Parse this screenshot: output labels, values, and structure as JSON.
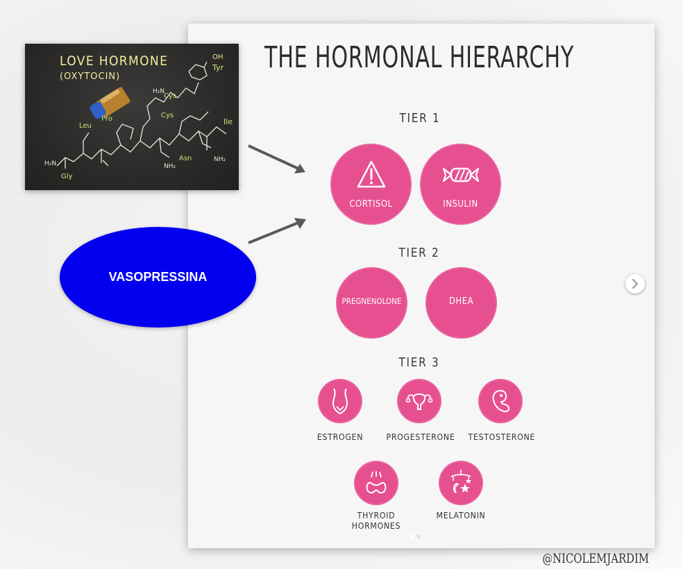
{
  "infographic": {
    "title": "THE HORMONAL HIERARCHY",
    "tiers": [
      {
        "label": "TIER 1",
        "hormones": [
          "CORTISOL",
          "INSULIN"
        ]
      },
      {
        "label": "TIER 2",
        "hormones": [
          "PREGNENOLONE",
          "DHEA"
        ]
      },
      {
        "label": "TIER 3",
        "hormones": [
          "ESTROGEN",
          "PROGESTERONE",
          "TESTOSTERONE",
          "THYROID HORMONES",
          "MELATONIN"
        ]
      }
    ],
    "thyroid_line1": "THYROID",
    "thyroid_line2": "HORMONES",
    "handle": "@NICOLEMJARDIM"
  },
  "photo": {
    "title": "LOVE HORMONE",
    "subtitle": "(OXYTOCIN)",
    "residues": [
      "Tyr",
      "Cys",
      "Pro",
      "Cys",
      "Ile",
      "Leu",
      "Asn",
      "Gly"
    ],
    "groups": [
      "OH",
      "H₂N",
      "NH₂",
      "H₂N",
      "NH₂"
    ]
  },
  "callout": {
    "label": "VASOPRESSINA"
  },
  "colors": {
    "hormone_pink": "#e64f90",
    "callout_blue": "#0200ef",
    "chalk_yellow": "#f0ee9c",
    "chalk_green": "#c9e87a"
  },
  "icons": [
    "warning-icon",
    "candy-icon",
    "torso-icon",
    "uterus-icon",
    "fetus-icon",
    "thyroid-icon",
    "mobile-icon",
    "chevron-right-icon"
  ]
}
